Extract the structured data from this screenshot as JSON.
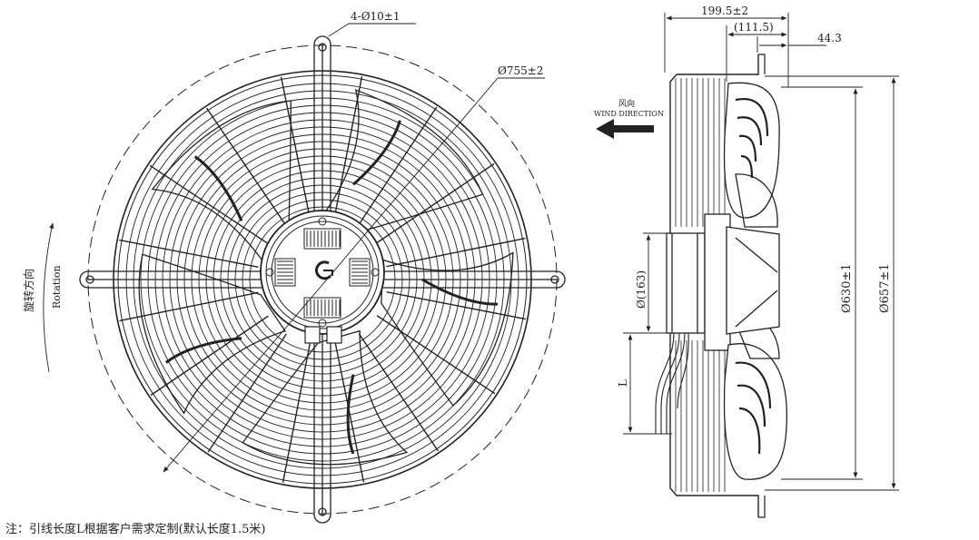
{
  "front_view": {
    "mount_holes_label": "4-Ø10±1",
    "guard_diameter_label": "Ø755±2",
    "rotation_cn": "旋转方向",
    "rotation_en": "Rotation"
  },
  "side_view": {
    "overall_depth_label": "199.5±2",
    "ref_depth_label": "(111.5)",
    "front_offset_label": "44.3",
    "wind_cn": "风向",
    "wind_en": "WIND DIRECTION",
    "hub_diameter_label": "Ø(163)",
    "blade_diameter_label": "Ø630±1",
    "mount_diameter_label": "Ø657±1",
    "lead_length_label": "L"
  },
  "note": "注：引线长度L根据客户需求定制(默认长度1.5米)"
}
